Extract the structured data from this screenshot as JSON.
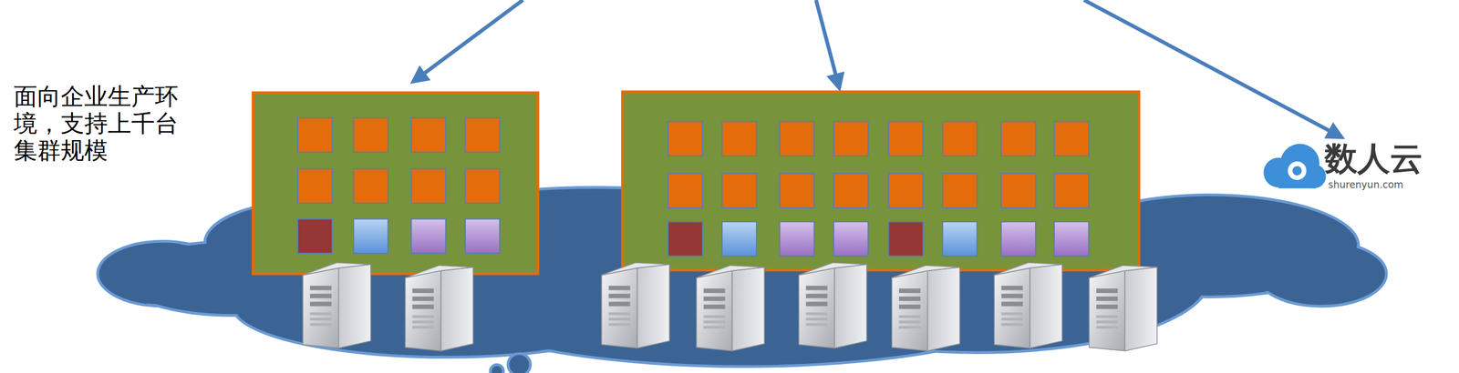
{
  "diagram": {
    "labels": [
      "面向企业生产环境，支持上千台集群规模",
      "数人云",
      "shurenyun.com"
    ]
  }
}
